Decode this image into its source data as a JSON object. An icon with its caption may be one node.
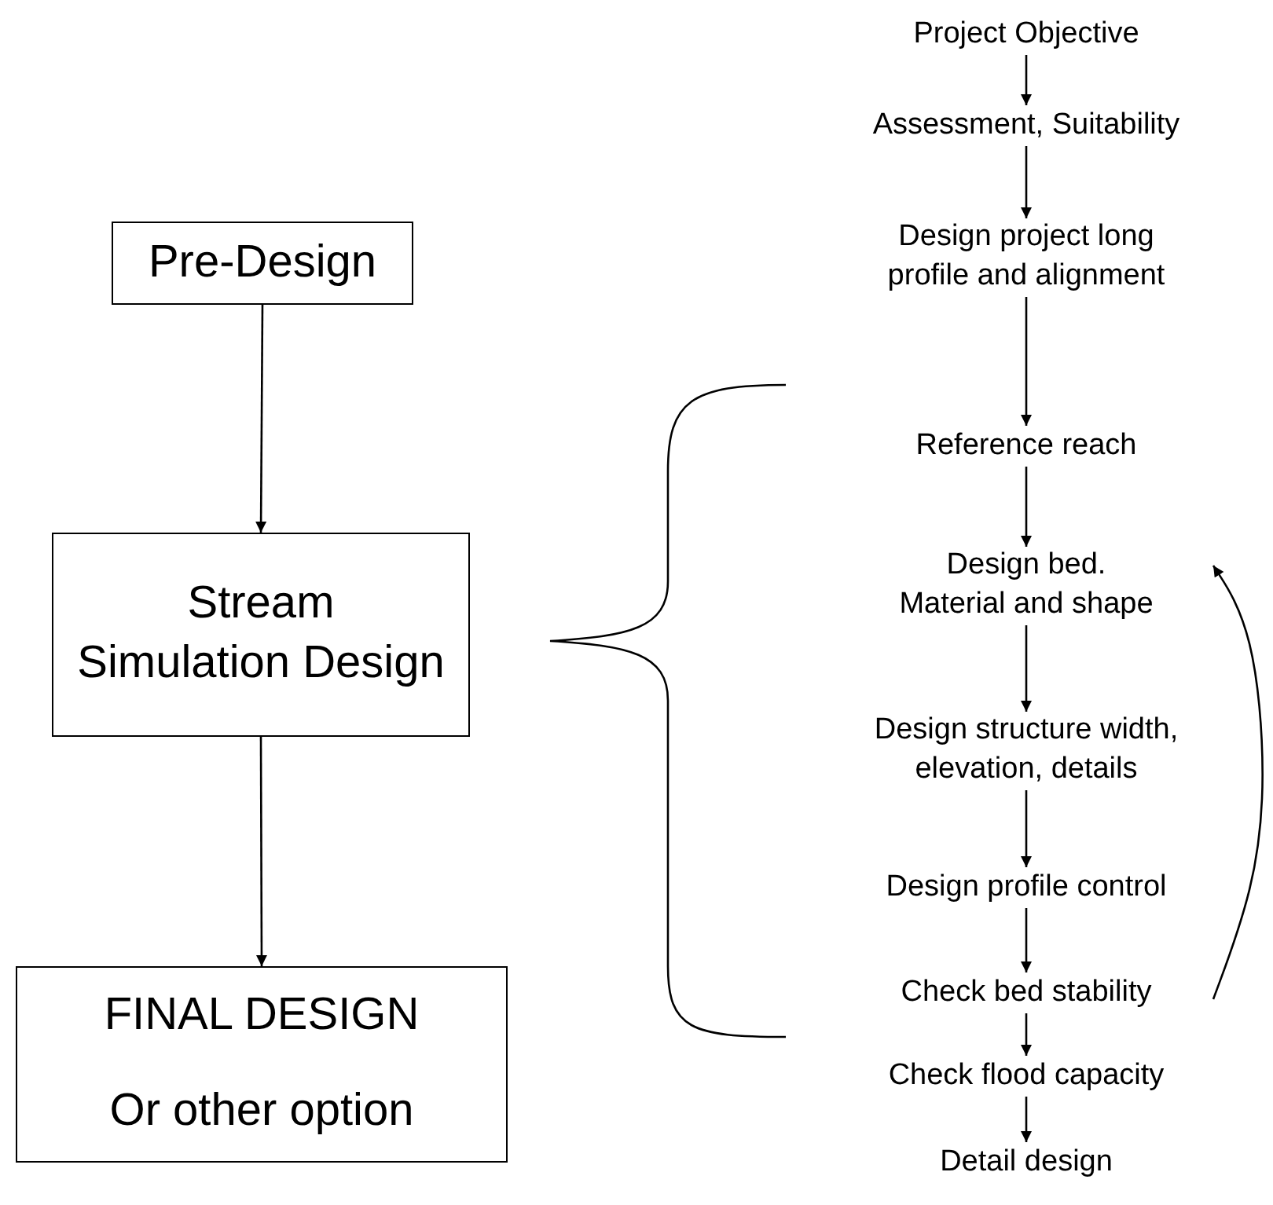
{
  "diagram": {
    "nodes": [
      {
        "text": [
          "Pre-Design"
        ]
      },
      {
        "text": [
          "Stream Simulation Design"
        ]
      },
      {
        "text": [
          "FINAL DESIGN",
          "Or other option"
        ]
      },
      {
        "text": [
          "Project Objective"
        ]
      },
      {
        "text": [
          "Assessment, Suitability"
        ]
      },
      {
        "text": [
          "Design project long profile and alignment"
        ]
      },
      {
        "text": [
          "Reference reach"
        ]
      },
      {
        "text": [
          "Design bed. Material and shape"
        ]
      },
      {
        "text": [
          "Design structure width, elevation, details"
        ]
      },
      {
        "text": [
          "Design profile control"
        ]
      },
      {
        "text": [
          "Check bed stability"
        ]
      },
      {
        "text": [
          "Check flood capacity"
        ]
      },
      {
        "text": [
          "Detail design"
        ]
      }
    ],
    "edges": [
      {
        "from": 0,
        "to": 1,
        "arrow": "to"
      },
      {
        "from": 1,
        "to": 2,
        "arrow": "to"
      },
      {
        "from": 3,
        "to": 4,
        "arrow": "to"
      },
      {
        "from": 4,
        "to": 5,
        "arrow": "to"
      },
      {
        "from": 5,
        "to": 6,
        "arrow": "to"
      },
      {
        "from": 6,
        "to": 7,
        "arrow": "to"
      },
      {
        "from": 7,
        "to": 8,
        "arrow": "to"
      },
      {
        "from": 8,
        "to": 9,
        "arrow": "to"
      },
      {
        "from": 9,
        "to": 10,
        "arrow": "to"
      },
      {
        "from": 10,
        "to": 11,
        "arrow": "to"
      },
      {
        "from": 11,
        "to": 12,
        "arrow": "to"
      },
      {
        "from": 10,
        "to": 7,
        "arrow": "to"
      }
    ]
  }
}
